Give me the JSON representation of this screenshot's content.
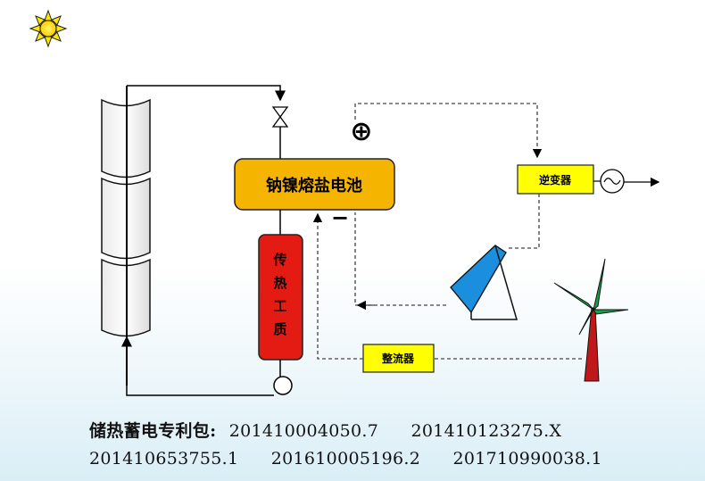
{
  "diagram": {
    "battery_label": "钠镍熔盐电池",
    "inverter_label": "逆变器",
    "rectifier_label": "整流器",
    "thermal_medium_label": [
      "传",
      "热",
      "工",
      "质"
    ],
    "positive_symbol": "⊕",
    "negative_symbol": "−"
  },
  "patents": {
    "lead_label": "储热蓄电专利包:",
    "row1": [
      "201410004050.7",
      "201410123275.X"
    ],
    "row2": [
      "201410653755.1",
      "201610005196.2",
      "201710990038.1"
    ]
  },
  "colors": {
    "battery_fill": "#f5b400",
    "thermal_fill": "#e41b12",
    "label_box_fill": "#ffff00",
    "solar_panel": "#1c8ede",
    "turbine_blade": "#16a04a",
    "turbine_tower": "#c0171a",
    "sun": "#ffd700"
  }
}
